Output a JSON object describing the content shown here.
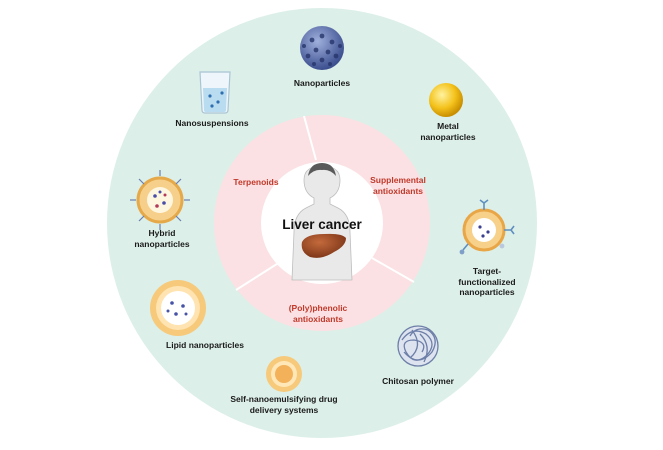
{
  "center": {
    "title": "Liver cancer"
  },
  "inner_segments": [
    {
      "label": "Terpenoids"
    },
    {
      "label": "Supplemental antioxidants"
    },
    {
      "label": "(Poly)phenolic antioxidants"
    }
  ],
  "outer_items": {
    "nanoparticles": "Nanoparticles",
    "metal": "Metal nanoparticles",
    "target": "Target-functionalized nanoparticles",
    "chitosan": "Chitosan polymer",
    "sneds": "Self-nanoemulsifying drug delivery systems",
    "lipid": "Lipid nanoparticles",
    "hybrid": "Hybrid nanoparticles",
    "nanosuspensions": "Nanosuspensions"
  },
  "colors": {
    "outer_ring": "#dcefe8",
    "inner_ring": "#fbe1e3",
    "center": "#ffffff",
    "accent_text": "#c0392b",
    "liver": "#a0522d"
  }
}
